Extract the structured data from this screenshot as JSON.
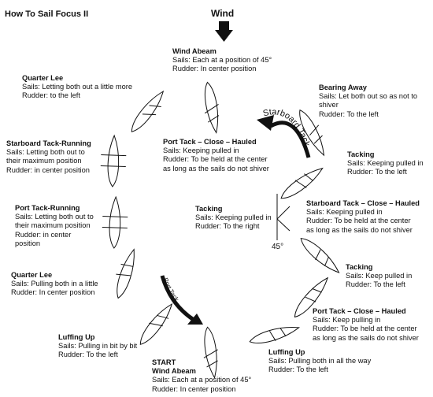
{
  "title": "How To Sail Focus  II",
  "wind": {
    "label": "Wind"
  },
  "angle_label": "45°",
  "arrows": {
    "starboard_tack": "Starboard Tack",
    "port_tack": "Port Tack"
  },
  "labels": {
    "wind_abeam_top": {
      "title": "Wind Abeam",
      "lines": [
        "Sails: Each at a position of 45°",
        "Rudder: In center position"
      ]
    },
    "quarter_lee_top": {
      "title": "Quarter Lee",
      "lines": [
        "Sails: Letting both out a little more",
        "Rudder: to the left"
      ]
    },
    "bearing_away": {
      "title": "Bearing Away",
      "lines": [
        "Sails: Let both out so as not to",
        "shiver",
        "Rudder: To the left"
      ]
    },
    "port_tack_close_hauled_center": {
      "title": "Port Tack – Close – Hauled",
      "lines": [
        "Sails: Keeping pulled in",
        "Rudder: To be held at the center",
        "as long as the sails do not shiver"
      ]
    },
    "starboard_tack_running": {
      "title": "Starboard Tack-Running",
      "lines": [
        "Sails: Letting both out to",
        "their maximum position",
        "Rudder: in center position"
      ]
    },
    "tacking_right_top": {
      "title": "Tacking",
      "lines": [
        "Sails: Keeping pulled in",
        "Rudder: To the left"
      ]
    },
    "port_tack_running": {
      "title": "Port Tack-Running",
      "lines": [
        "Sails: Letting both out to",
        "their maximum position",
        "Rudder: in center",
        "position"
      ]
    },
    "tacking_center": {
      "title": "Tacking",
      "lines": [
        "Sails: Keeping pulled in",
        "Rudder: To the right"
      ]
    },
    "starboard_tack_close_hauled": {
      "title": "Starboard Tack – Close – Hauled",
      "lines": [
        "Sails: Keeping pulled in",
        "Rudder: To be held at the center",
        "as long as the sails do not shiver"
      ]
    },
    "quarter_lee_bottom": {
      "title": "Quarter Lee",
      "lines": [
        "Sails: Pulling both in a little",
        "Rudder: In center position"
      ]
    },
    "tacking_right_bottom": {
      "title": "Tacking",
      "lines": [
        "Sails: Keep pulled in",
        "Rudder: To the left"
      ]
    },
    "port_tack_close_hauled_right": {
      "title": "Port Tack – Close – Hauled",
      "lines": [
        "Sails: Keep pulling in",
        "Rudder: To be held at the center",
        "as long as the sails do not shiver"
      ]
    },
    "luffing_up_left": {
      "title": "Luffing Up",
      "lines": [
        "Sails: Pulling in bit by bit",
        "Rudder: To the left"
      ]
    },
    "luffing_up_right": {
      "title": "Luffing Up",
      "lines": [
        "Sails: Pulling both in all the way",
        "Rudder: To the left"
      ]
    },
    "start_wind_abeam": {
      "title": "START",
      "subtitle": "Wind Abeam",
      "lines": [
        "Sails: Each at a position of 45°",
        "Rudder: In center position"
      ]
    }
  }
}
